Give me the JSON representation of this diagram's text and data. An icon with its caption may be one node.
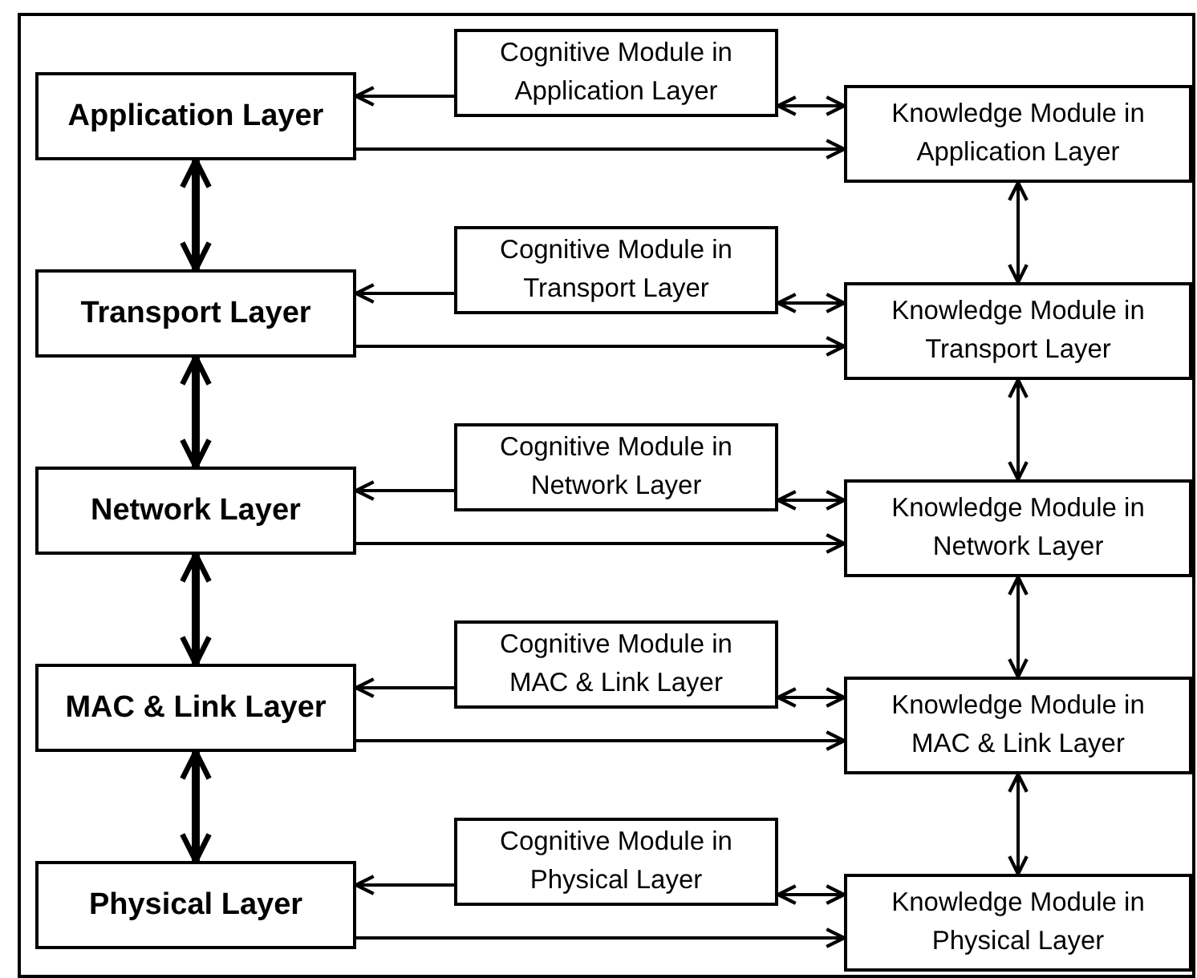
{
  "diagram": {
    "nodes": [
      {
        "text": [
          "Cognitive Module in Application Layer"
        ]
      },
      {
        "text": [
          "Application Layer"
        ]
      },
      {
        "text": [
          "Knowledge Module in Application Layer"
        ]
      },
      {
        "text": [
          "Cognitive Module in Transport Layer"
        ]
      },
      {
        "text": [
          "Transport Layer"
        ]
      },
      {
        "text": [
          "Knowledge Module in Transport Layer"
        ]
      },
      {
        "text": [
          "Cognitive Module in Network Layer"
        ]
      },
      {
        "text": [
          "Network Layer"
        ]
      },
      {
        "text": [
          "Knowledge Module in Network Layer"
        ]
      },
      {
        "text": [
          "Cognitive Module in MAC & Link Layer"
        ]
      },
      {
        "text": [
          "MAC & Link Layer"
        ]
      },
      {
        "text": [
          "Knowledge Module in MAC & Link Layer"
        ]
      },
      {
        "text": [
          "Cognitive Module in Physical Layer"
        ]
      },
      {
        "text": [
          "Physical Layer"
        ]
      },
      {
        "text": [
          "Knowledge Module in Physical Layer"
        ]
      }
    ],
    "edges": [
      {
        "from": 0,
        "to": 1,
        "arrow": "to"
      },
      {
        "from": 1,
        "to": 2,
        "arrow": "to"
      },
      {
        "from": 0,
        "to": 2,
        "arrow": "both"
      },
      {
        "from": 3,
        "to": 4,
        "arrow": "to"
      },
      {
        "from": 4,
        "to": 5,
        "arrow": "to"
      },
      {
        "from": 3,
        "to": 5,
        "arrow": "both"
      },
      {
        "from": 6,
        "to": 7,
        "arrow": "to"
      },
      {
        "from": 7,
        "to": 8,
        "arrow": "to"
      },
      {
        "from": 6,
        "to": 8,
        "arrow": "both"
      },
      {
        "from": 9,
        "to": 10,
        "arrow": "to"
      },
      {
        "from": 10,
        "to": 11,
        "arrow": "to"
      },
      {
        "from": 9,
        "to": 11,
        "arrow": "both"
      },
      {
        "from": 12,
        "to": 13,
        "arrow": "to"
      },
      {
        "from": 13,
        "to": 14,
        "arrow": "to"
      },
      {
        "from": 12,
        "to": 14,
        "arrow": "both"
      },
      {
        "from": 1,
        "to": 4,
        "arrow": "both",
        "style": "thick"
      },
      {
        "from": 4,
        "to": 7,
        "arrow": "both",
        "style": "thick"
      },
      {
        "from": 7,
        "to": 10,
        "arrow": "both",
        "style": "thick"
      },
      {
        "from": 10,
        "to": 13,
        "arrow": "both",
        "style": "thick"
      },
      {
        "from": 2,
        "to": 5,
        "arrow": "both"
      },
      {
        "from": 5,
        "to": 8,
        "arrow": "both"
      },
      {
        "from": 8,
        "to": 11,
        "arrow": "both"
      },
      {
        "from": 11,
        "to": 14,
        "arrow": "both"
      }
    ]
  }
}
